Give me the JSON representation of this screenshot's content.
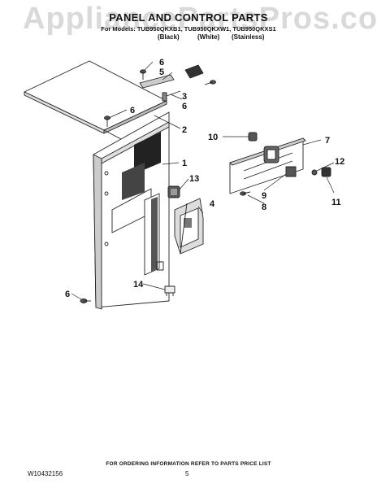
{
  "watermark": "AppliancePartsPros.com",
  "title": "PANEL AND CONTROL PARTS",
  "models": "For Models: TUB950QKXB1, TUB950QKXW1, TUB950QKXS1",
  "colors": [
    "(Black)",
    "(White)",
    "(Stainless)"
  ],
  "callouts": {
    "c1": "1",
    "c2": "2",
    "c3": "3",
    "c4": "4",
    "c5": "5",
    "c6a": "6",
    "c6b": "6",
    "c6c": "6",
    "c6d": "6",
    "c7": "7",
    "c8": "8",
    "c9": "9",
    "c10": "10",
    "c11": "11",
    "c12": "12",
    "c13": "13",
    "c14": "14"
  },
  "footer_note": "FOR ORDERING INFORMATION REFER TO PARTS PRICE LIST",
  "doc_number": "W10432156",
  "page_number": "5"
}
